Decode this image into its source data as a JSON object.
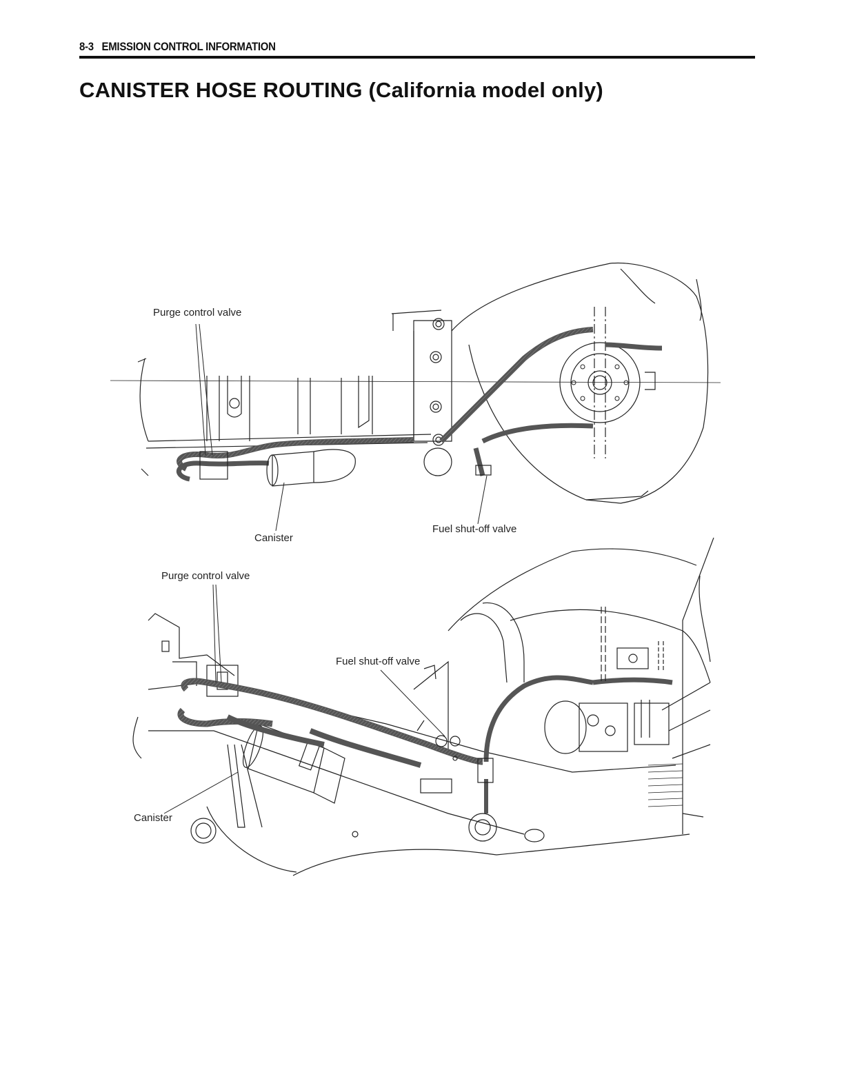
{
  "header": {
    "page_number": "8-3",
    "section": "EMISSION CONTROL INFORMATION"
  },
  "title": "CANISTER HOSE ROUTING (California model only)",
  "diagram_top": {
    "labels": {
      "purge_control_valve": "Purge control valve",
      "canister": "Canister",
      "fuel_shutoff_valve": "Fuel shut-off valve"
    }
  },
  "diagram_bottom": {
    "labels": {
      "purge_control_valve": "Purge control valve",
      "fuel_shutoff_valve": "Fuel shut-off valve",
      "canister": "Canister"
    }
  }
}
